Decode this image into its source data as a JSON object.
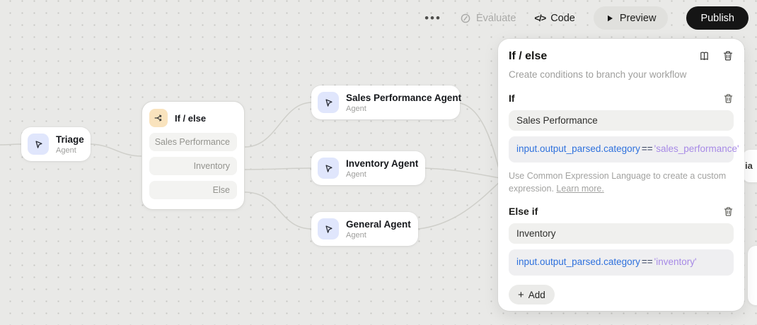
{
  "toolbar": {
    "more_glyph": "•••",
    "evaluate_label": "Evaluate",
    "code_label": "Code",
    "code_glyph": "</>",
    "preview_label": "Preview",
    "publish_label": "Publish"
  },
  "canvas": {
    "nodes": {
      "triage": {
        "title": "Triage",
        "subtitle": "Agent"
      },
      "ifelse": {
        "title": "If / else",
        "branches": [
          "Sales Performance",
          "Inventory",
          "Else"
        ]
      },
      "sales_agent": {
        "title": "Sales Performance Agent",
        "subtitle": "Agent"
      },
      "inventory_agent": {
        "title": "Inventory Agent",
        "subtitle": "Agent"
      },
      "general_agent": {
        "title": "General Agent",
        "subtitle": "Agent"
      }
    },
    "hidden_node_fragment": "ia"
  },
  "panel": {
    "title": "If / else",
    "subtitle": "Create conditions to branch your workflow",
    "if_section": {
      "label": "If",
      "name_value": "Sales Performance",
      "expr_lhs": "input.output_parsed.category",
      "expr_op": "==",
      "expr_rhs": "'sales_performance'",
      "helper_text": "Use Common Expression Language to create a custom expression.",
      "helper_link": "Learn more."
    },
    "elseif_section": {
      "label": "Else if",
      "name_value": "Inventory",
      "expr_lhs": "input.output_parsed.category",
      "expr_op": "==",
      "expr_rhs": "'inventory'"
    },
    "add_plus": "+",
    "add_label": "Add"
  },
  "colors": {
    "canvas_bg": "#e9e9e7",
    "edge": "#cfcfca",
    "agent_icon_bg": "#e0e6fc",
    "ifelse_icon_bg": "#f9e3bd",
    "code_identifier": "#2f71dd",
    "code_string": "#a78ae6",
    "publish_bg": "#151515"
  }
}
